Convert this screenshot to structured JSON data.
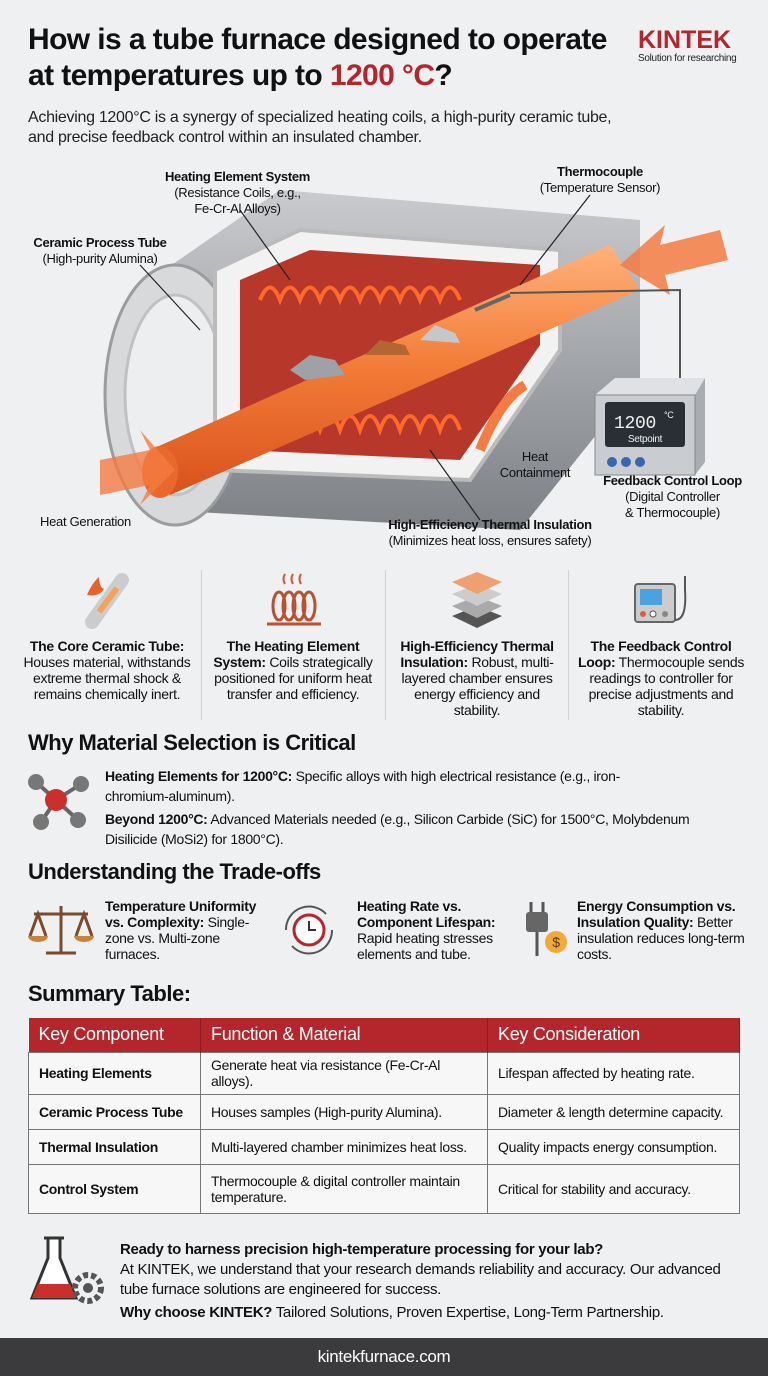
{
  "header": {
    "title_pre": "How is a tube furnace designed to operate at temperatures up to ",
    "title_highlight": "1200 °C",
    "title_post": "?",
    "subtitle": "Achieving 1200°C is a synergy of specialized heating coils, a high-purity ceramic tube, and precise feedback control within an insulated chamber."
  },
  "logo": {
    "name": "KINTEK",
    "tagline": "Solution for researching"
  },
  "diagram": {
    "heating_title": "Heating Element System",
    "heating_sub1": "(Resistance Coils, e.g.,",
    "heating_sub2": "Fe-Cr-Al Alloys)",
    "thermo_title": "Thermocouple",
    "thermo_sub": "(Temperature Sensor)",
    "tube_title": "Ceramic Process Tube",
    "tube_sub": "(High-purity Alumina)",
    "controller_display": "1200",
    "controller_unit": "°C",
    "controller_label": "Setpoint",
    "containment1": "Heat",
    "containment2": "Containment",
    "feedback_title": "Feedback Control Loop",
    "feedback_sub1": "(Digital Controller",
    "feedback_sub2": "& Thermocouple)",
    "heat_generation": "Heat Generation",
    "insulation_title": "High-Efficiency Thermal Insulation",
    "insulation_sub": "(Minimizes heat loss, ensures safety)"
  },
  "features": [
    {
      "title": "The Core Ceramic Tube:",
      "text": " Houses material, withstands extreme thermal shock & remains chemically inert.",
      "icon": "ceramic-tube-icon"
    },
    {
      "title": "The Heating Element System:",
      "text": " Coils strategically positioned for uniform heat transfer and efficiency.",
      "icon": "heating-coil-icon"
    },
    {
      "title": "High-Efficiency Thermal Insulation:",
      "text": " Robust, multi-layered chamber ensures energy efficiency and stability.",
      "icon": "insulation-layers-icon"
    },
    {
      "title": "The Feedback Control Loop:",
      "text": " Thermocouple sends readings to controller for precise adjustments and stability.",
      "icon": "controller-icon"
    }
  ],
  "materials": {
    "heading": "Why Material Selection is Critical",
    "items": [
      {
        "title": "Heating Elements for 1200°C:",
        "text": " Specific alloys with high electrical resistance (e.g., iron-chromium-aluminum)."
      },
      {
        "title": "Beyond 1200°C:",
        "text": " Advanced Materials needed (e.g., Silicon Carbide (SiC) for 1500°C, Molybdenum Disilicide (MoSi2) for 1800°C)."
      }
    ]
  },
  "tradeoffs": {
    "heading": "Understanding the Trade-offs",
    "items": [
      {
        "title": "Temperature Uniformity vs. Complexity:",
        "text": " Single-zone vs. Multi-zone furnaces.",
        "icon": "balance-scale-icon"
      },
      {
        "title": "Heating Rate vs. Component Lifespan:",
        "text": " Rapid heating stresses elements and tube.",
        "icon": "clock-cycle-icon"
      },
      {
        "title": "Energy Consumption vs. Insulation Quality:",
        "text": " Better insulation reduces long-term costs.",
        "icon": "plug-dollar-icon"
      }
    ]
  },
  "summary": {
    "heading": "Summary Table:",
    "columns": [
      "Key Component",
      "Function & Material",
      "Key Consideration"
    ],
    "rows": [
      [
        "Heating Elements",
        "Generate heat via resistance (Fe-Cr-Al alloys).",
        "Lifespan affected by heating rate."
      ],
      [
        "Ceramic Process Tube",
        "Houses samples (High-purity Alumina).",
        "Diameter & length determine capacity."
      ],
      [
        "Thermal Insulation",
        "Multi-layered chamber minimizes heat loss.",
        "Quality impacts energy consumption."
      ],
      [
        "Control System",
        "Thermocouple & digital controller maintain temperature.",
        "Critical for stability and accuracy."
      ]
    ]
  },
  "cta": {
    "headline": "Ready to harness precision high-temperature processing for your lab?",
    "body": "At KINTEK, we understand that your research demands reliability and accuracy. Our advanced tube furnace solutions are engineered for success.",
    "why_title": "Why choose KINTEK?",
    "why_text": " Tailored Solutions, Proven Expertise, Long-Term Partnership."
  },
  "footer": {
    "url": "kintekfurnace.com"
  },
  "colors": {
    "accent": "#b5262c",
    "background": "#eef0f2",
    "footer": "#3b3b3d",
    "heat": "#f07a3a"
  }
}
